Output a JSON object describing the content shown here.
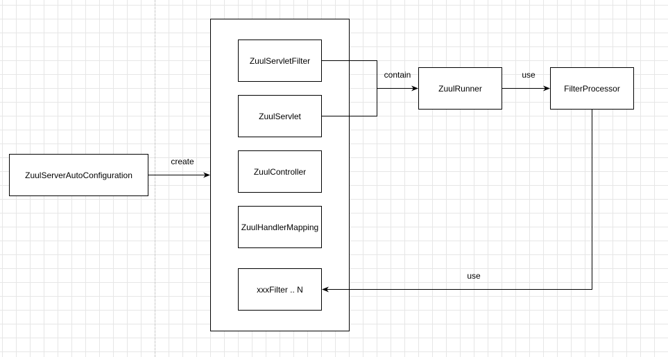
{
  "nodes": {
    "auto_config": "ZuulServerAutoConfiguration",
    "servlet_filter": "ZuulServletFilter",
    "servlet": "ZuulServlet",
    "controller": "ZuulController",
    "handler_mapping": "ZuulHandlerMapping",
    "xxx_filter": "xxxFilter .. N",
    "runner": "ZuulRunner",
    "filter_processor": "FilterProcessor"
  },
  "edges": {
    "create": "create",
    "contain": "contain",
    "use_runner_processor": "use",
    "use_processor_filter": "use"
  },
  "colors": {
    "stroke": "#000000",
    "grid": "#e6e6e6",
    "background": "#ffffff"
  }
}
